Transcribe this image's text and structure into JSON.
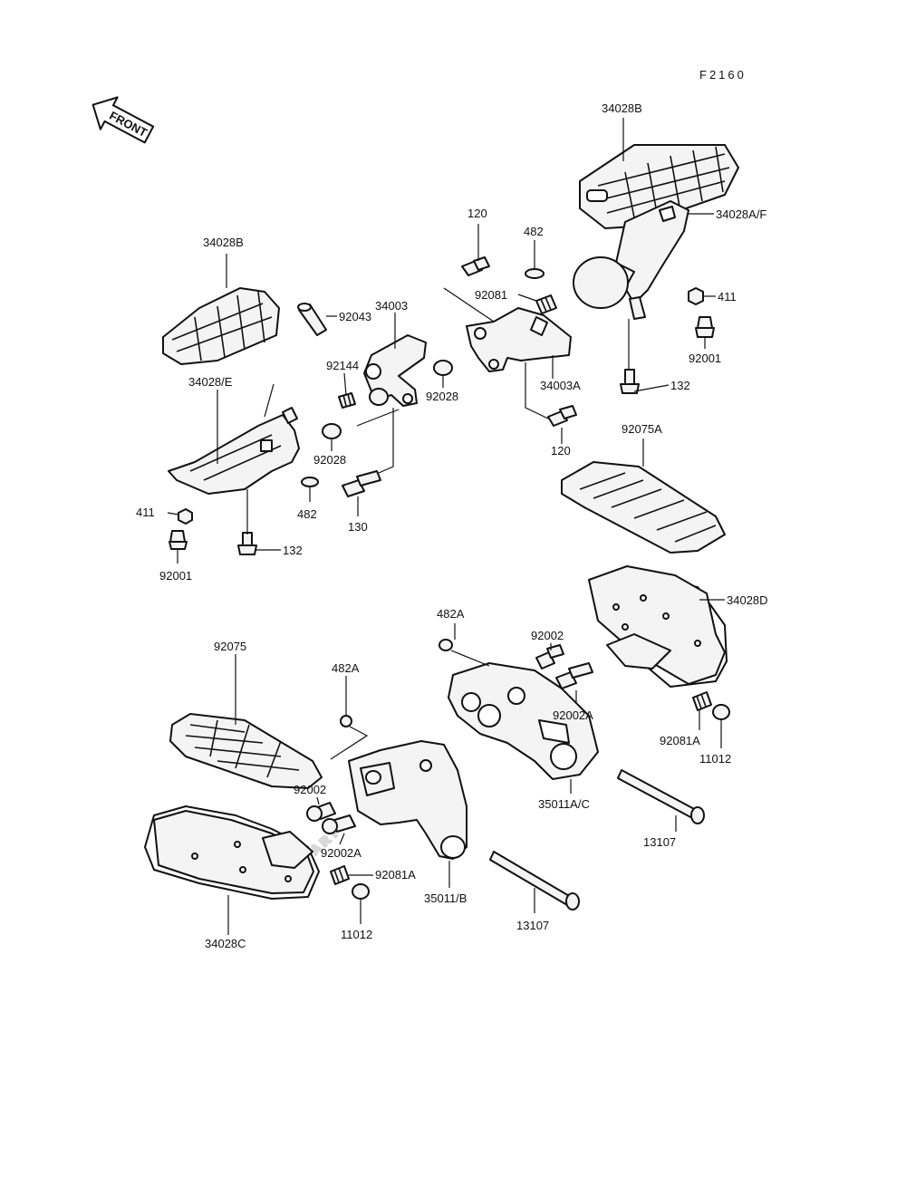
{
  "figure_code": "F2160",
  "front_indicator": {
    "label": "FRONT",
    "icon": "front-arrow-icon"
  },
  "watermark": "XPARTS",
  "part_labels": {
    "p34028B_right": "34028B",
    "p34028AF": "34028A/F",
    "p411_right": "411",
    "p92001_right": "92001",
    "p132_right": "132",
    "p120_top": "120",
    "p482_top": "482",
    "p92081": "92081",
    "p34003A": "34003A",
    "p120_bottom": "120",
    "p92075A": "92075A",
    "p34028B_left": "34028B",
    "p92043": "92043",
    "p34003": "34003",
    "p92144": "92144",
    "p92028_right": "92028",
    "p92028_left": "92028",
    "p34028E": "34028/E",
    "p411_left": "411",
    "p92001_left": "92001",
    "p132_left": "132",
    "p482_mid": "482",
    "p130": "130",
    "p482A_top": "482A",
    "p482A_mid": "482A",
    "p34028D": "34028D",
    "p92002_right": "92002",
    "p92002A_right": "92002A",
    "p92081A_right": "92081A",
    "p11012_right": "11012",
    "p35011AC": "35011A/C",
    "p13107_right": "13107",
    "p92075": "92075",
    "p92002_left": "92002",
    "p92002A_left": "92002A",
    "p92081A_left": "92081A",
    "p11012_left": "11012",
    "p35011B": "35011/B",
    "p13107_left": "13107",
    "p34028C": "34028C"
  }
}
